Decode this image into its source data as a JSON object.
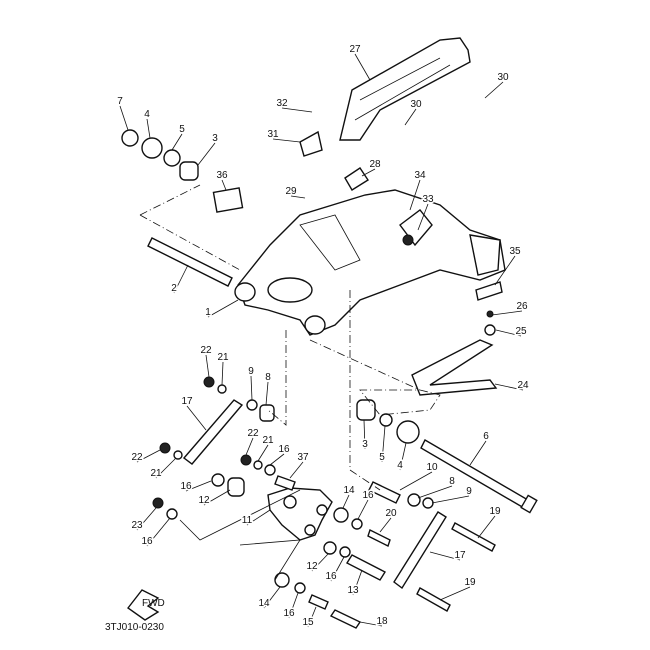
{
  "diagram": {
    "code": "3TJ010-0230",
    "fwd_label": "FWD",
    "part_labels": [
      "27",
      "30",
      "30",
      "32",
      "31",
      "7",
      "4",
      "5",
      "3",
      "36",
      "29",
      "28",
      "34",
      "33",
      "35",
      "2",
      "1",
      "26",
      "25",
      "24",
      "22",
      "21",
      "9",
      "8",
      "17",
      "3",
      "5",
      "4",
      "6",
      "22",
      "21",
      "16",
      "37",
      "22",
      "21",
      "16",
      "12",
      "10",
      "8",
      "9",
      "14",
      "16",
      "20",
      "19",
      "23",
      "11",
      "16",
      "12",
      "16",
      "17",
      "13",
      "14",
      "16",
      "15",
      "18",
      "19"
    ]
  }
}
